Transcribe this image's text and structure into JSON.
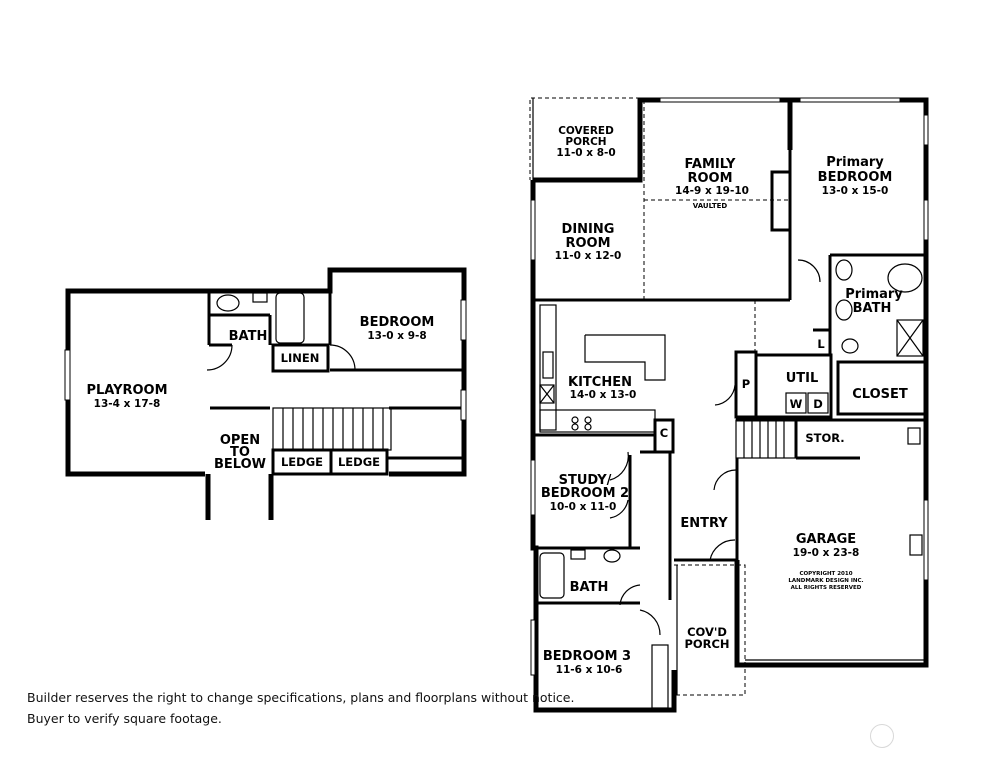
{
  "upper_floor": {
    "rooms": [
      {
        "name": "PLAYROOM",
        "dims": "13-4 x 17-8"
      },
      {
        "name": "BEDROOM",
        "dims": "13-0 x 9-8"
      }
    ],
    "labels": {
      "bath": "BATH",
      "linen": "LINEN",
      "open": "OPEN",
      "to": "TO",
      "below": "BELOW",
      "ledge1": "LEDGE",
      "ledge2": "LEDGE"
    }
  },
  "main_floor": {
    "rooms": {
      "covered_porch": {
        "l1": "COVERED",
        "l2": "PORCH",
        "dims": "11-0 x 8-0"
      },
      "family_room": {
        "l1": "FAMILY",
        "l2": "ROOM",
        "dims": "14-9 x 19-10",
        "note": "VAULTED"
      },
      "primary_bedroom": {
        "l1": "Primary",
        "l2": "BEDROOM",
        "dims": "13-0 x 15-0"
      },
      "dining_room": {
        "l1": "DINING",
        "l2": "ROOM",
        "dims": "11-0 x 12-0"
      },
      "primary_bath": {
        "l1": "Primary",
        "l2": "BATH"
      },
      "kitchen": {
        "l1": "KITCHEN",
        "dims": "14-0 x 13-0"
      },
      "study": {
        "l1": "STUDY/",
        "l2": "BEDROOM 2",
        "dims": "10-0 x 11-0"
      },
      "garage": {
        "l1": "GARAGE",
        "dims": "19-0 x 23-8"
      },
      "bath": {
        "l1": "BATH"
      },
      "bedroom3": {
        "l1": "BEDROOM 3",
        "dims": "11-6 x 10-6"
      },
      "covd_porch": {
        "l1": "COV'D",
        "l2": "PORCH"
      }
    },
    "labels": {
      "util": "UTIL",
      "closet": "CLOSET",
      "stor": "STOR.",
      "entry": "ENTRY",
      "pantry": "P",
      "coat": "C",
      "linen_l": "L",
      "washer": "W",
      "dryer": "D"
    },
    "copyright": [
      "COPYRIGHT 2010",
      "LANDMARK DESIGN INC.",
      "ALL RIGHTS RESERVED"
    ]
  },
  "notice": {
    "line1": "Builder reserves the right to change specifications, plans and floorplans without notice.",
    "line2": "Buyer to verify square footage."
  }
}
